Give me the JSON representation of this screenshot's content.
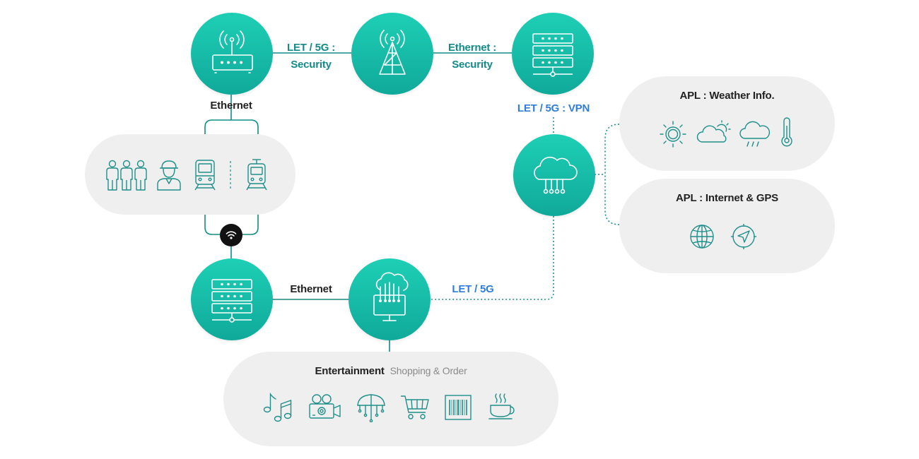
{
  "links": {
    "router_tower_line1": "LET / 5G :",
    "router_tower_line2": "Security",
    "tower_server_line1": "Ethernet :",
    "tower_server_line2": "Security",
    "router_down": "Ethernet",
    "server_cloud": "LET / 5G : VPN",
    "server_gateway": "Ethernet",
    "gateway_cloud": "LET / 5G"
  },
  "weather_panel": {
    "title": "APL : Weather Info."
  },
  "internet_panel": {
    "title": "APL : Internet & GPS"
  },
  "entertainment_panel": {
    "title": "Entertainment",
    "subtitle": "Shopping & Order"
  },
  "colors": {
    "node": "#1bbfa8",
    "teal_text": "#138b87",
    "blue_text": "#2f7ddb",
    "panel": "#efefef",
    "icon": "#1f8f8a"
  },
  "icons": {
    "nodes": [
      "router-icon",
      "cell-tower-icon",
      "server-rack-icon",
      "cloud-network-icon",
      "server-rack-icon",
      "cloud-terminal-icon"
    ],
    "people_panel": [
      "passengers-icon",
      "driver-icon",
      "train-front-icon",
      "tram-icon"
    ],
    "weather_panel": [
      "sun-icon",
      "partly-cloudy-icon",
      "rain-icon",
      "thermometer-icon"
    ],
    "internet_panel": [
      "globe-icon",
      "gps-compass-icon"
    ],
    "entertainment_panel": [
      "music-icon",
      "projector-icon",
      "network-umbrella-icon",
      "shopping-cart-icon",
      "barcode-icon",
      "coffee-cup-icon"
    ],
    "badge": "wifi-icon"
  }
}
